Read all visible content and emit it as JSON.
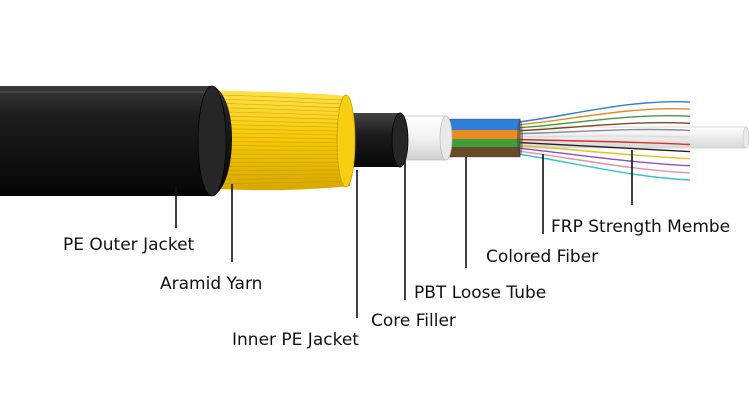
{
  "labels": {
    "pe_outer_jacket": "PE Outer Jacket",
    "aramid_yarn": "Aramid Yarn",
    "inner_pe_jacket": "Inner PE Jacket",
    "core_filler": "Core Filler",
    "pbt_loose_tube": "PBT Loose Tube",
    "colored_fiber": "Colored Fiber",
    "frp_strength_member": "FRP Strength Membe"
  },
  "colors": {
    "outer_jacket": "#161616",
    "aramid_yarn": "#f2c400",
    "inner_jacket": "#1a1a1a",
    "core_filler": "#f4f4f4",
    "tube_blue": "#2f7fd8",
    "tube_orange": "#e98a22",
    "tube_green": "#3e9e3a",
    "frp_rod": "#f3f3f3",
    "leader_line": "#111111"
  },
  "fiber_colors": [
    "blue",
    "orange",
    "green",
    "brown",
    "slate",
    "white",
    "red",
    "black",
    "yellow",
    "violet",
    "rose",
    "aqua"
  ]
}
